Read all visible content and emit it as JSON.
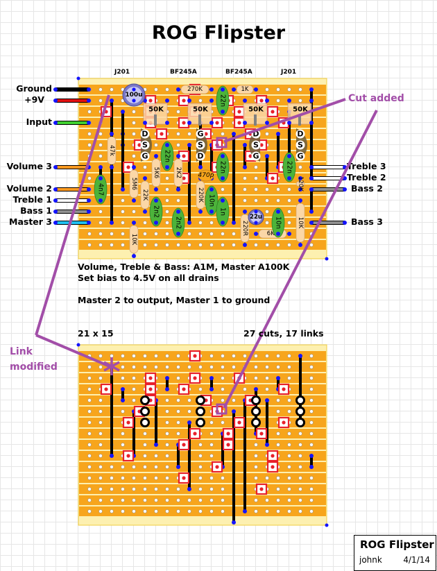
{
  "title": "ROG Flipster",
  "chips": [
    {
      "label": "J201",
      "col": 3
    },
    {
      "label": "BF245A",
      "col": 8
    },
    {
      "label": "BF245A",
      "col": 13
    },
    {
      "label": "J201",
      "col": 18
    }
  ],
  "board": {
    "cols": 21,
    "rows": 15,
    "size_label": "21 x 15",
    "cuts_links_label": "27 cuts, 17 links"
  },
  "colors": {
    "strip": "#f7a51c",
    "board_bg": "#fdf0b0",
    "board_border": "#f0cc40",
    "hole": "#ffffff",
    "pin": "#1414ff",
    "cut": "#e8202a",
    "link": "#000000",
    "annotation": "#a24ea8",
    "resistor": "#fbd7a7",
    "film_cap": "#4cb33a",
    "electrolytic": "#7a78c8",
    "transistor": "#6b5a3a"
  },
  "wires_left": [
    {
      "label": "Ground",
      "row": 0,
      "color": "#000000"
    },
    {
      "label": "+9V",
      "row": 1,
      "color": "#e01010"
    },
    {
      "label": "Input",
      "row": 3,
      "color": "#40d030"
    },
    {
      "label": "Volume 3",
      "row": 7,
      "color": "#ff9a20"
    },
    {
      "label": "Volume 2",
      "row": 9,
      "color": "#ff9a20"
    },
    {
      "label": "Treble 1",
      "row": 10,
      "color": "#ffffff"
    },
    {
      "label": "Bass 1",
      "row": 11,
      "color": "#909090"
    },
    {
      "label": "Master 3",
      "row": 12,
      "color": "#20c0f0"
    }
  ],
  "wires_right": [
    {
      "label": "Treble 3",
      "row": 7,
      "color": "#ffffff"
    },
    {
      "label": "Treble 2",
      "row": 8,
      "color": "#ffffff"
    },
    {
      "label": "Bass 2",
      "row": 9,
      "color": "#909090"
    },
    {
      "label": "Bass 3",
      "row": 12,
      "color": "#909090"
    }
  ],
  "notes": [
    "Volume, Treble & Bass: A1M,  Master A100K",
    "Set bias to 4.5V on all drains",
    "",
    "Master 2 to output, Master 1 to ground"
  ],
  "annotations": {
    "cut_added": "Cut added",
    "link_modified_1": "Link",
    "link_modified_2": "modified"
  },
  "title_block": {
    "title": "ROG Flipster",
    "author": "johnk",
    "date": "4/1/14"
  },
  "cuts": [
    [
      9,
      0
    ],
    [
      5,
      1
    ],
    [
      8,
      1
    ],
    [
      12,
      1
    ],
    [
      15,
      1
    ],
    [
      1,
      2
    ],
    [
      5,
      2
    ],
    [
      9,
      2
    ],
    [
      13,
      2
    ],
    [
      16,
      2
    ],
    [
      5,
      3
    ],
    [
      8,
      3
    ],
    [
      11,
      3
    ],
    [
      13,
      3
    ],
    [
      17,
      3
    ],
    [
      6,
      4
    ],
    [
      10,
      4
    ],
    [
      14,
      4
    ],
    [
      4,
      5
    ],
    [
      11,
      5
    ],
    [
      15,
      5
    ],
    [
      8,
      6
    ],
    [
      14,
      6
    ],
    [
      3,
      7
    ],
    [
      11,
      7
    ],
    [
      17,
      7
    ],
    [
      8,
      8
    ],
    [
      16,
      8
    ]
  ],
  "cuts_rows_bottom": [
    [
      9,
      0
    ],
    [
      5,
      2
    ],
    [
      9,
      2
    ],
    [
      13,
      2
    ],
    [
      1,
      3
    ],
    [
      5,
      3
    ],
    [
      8,
      3
    ],
    [
      17,
      3
    ],
    [
      5,
      4
    ],
    [
      10,
      4
    ],
    [
      14,
      4
    ],
    [
      4,
      5
    ],
    [
      11,
      5
    ],
    [
      3,
      6
    ],
    [
      13,
      6
    ],
    [
      17,
      6
    ],
    [
      9,
      7
    ],
    [
      12,
      7
    ],
    [
      15,
      7
    ],
    [
      8,
      8
    ],
    [
      12,
      8
    ],
    [
      3,
      9
    ],
    [
      16,
      9
    ],
    [
      11,
      10
    ],
    [
      16,
      10
    ],
    [
      8,
      11
    ],
    [
      15,
      12
    ]
  ],
  "links_top": [
    [
      2,
      1,
      12
    ],
    [
      3,
      4,
      5
    ],
    [
      7,
      5,
      7
    ],
    [
      11,
      5,
      8
    ],
    [
      14,
      5,
      7
    ],
    [
      17,
      4,
      7
    ],
    [
      8,
      7,
      9
    ],
    [
      16,
      6,
      8
    ],
    [
      20,
      0,
      8
    ],
    [
      3,
      2,
      9
    ],
    [
      13,
      4,
      12
    ],
    [
      9,
      5,
      12
    ],
    [
      1,
      7,
      9
    ],
    [
      20,
      9,
      11
    ],
    [
      18,
      2,
      6
    ],
    [
      10,
      3,
      7
    ]
  ],
  "links_bottom": [
    [
      2,
      1,
      9
    ],
    [
      3,
      3,
      4
    ],
    [
      7,
      2,
      3
    ],
    [
      11,
      2,
      3
    ],
    [
      15,
      3,
      7
    ],
    [
      17,
      2,
      3
    ],
    [
      19,
      0,
      6
    ],
    [
      14,
      4,
      14
    ],
    [
      13,
      5,
      15
    ],
    [
      8,
      8,
      10
    ],
    [
      12,
      7,
      10
    ],
    [
      16,
      4,
      8
    ],
    [
      9,
      6,
      12
    ],
    [
      20,
      9,
      10
    ],
    [
      6,
      4,
      8
    ],
    [
      4,
      5,
      9
    ]
  ],
  "components": {
    "resistors": [
      {
        "label": "270K",
        "c1": 8,
        "r1": 0,
        "c2": 11,
        "r2": 0
      },
      {
        "label": "1K",
        "c1": 13,
        "r1": 0,
        "c2": 15,
        "r2": 0
      },
      {
        "label": "47k",
        "c1": 2,
        "r1": 4,
        "c2": 2,
        "r2": 7
      },
      {
        "label": "5K6",
        "c1": 6,
        "r1": 6,
        "c2": 6,
        "r2": 9
      },
      {
        "label": "2K2",
        "c1": 8,
        "r1": 6,
        "c2": 8,
        "r2": 9
      },
      {
        "label": "5M6",
        "c1": 4,
        "r1": 7,
        "c2": 4,
        "r2": 10
      },
      {
        "label": "22K",
        "c1": 5,
        "r1": 8,
        "c2": 5,
        "r2": 11
      },
      {
        "label": "220K",
        "c1": 10,
        "r1": 8,
        "c2": 10,
        "r2": 11
      },
      {
        "label": "1K",
        "c1": 12,
        "r1": 10,
        "c2": 12,
        "r2": 11
      },
      {
        "label": "10K",
        "c1": 4,
        "r1": 12,
        "c2": 4,
        "r2": 15
      },
      {
        "label": "220R",
        "c1": 14,
        "r1": 11,
        "c2": 14,
        "r2": 14
      },
      {
        "label": "6K8",
        "c1": 15,
        "r1": 13,
        "c2": 18,
        "r2": 13
      },
      {
        "label": "120K",
        "c1": 19,
        "r1": 8,
        "c2": 19,
        "r2": 9
      },
      {
        "label": "10K",
        "c1": 19,
        "r1": 10,
        "c2": 19,
        "r2": 14
      }
    ],
    "film_caps": [
      {
        "label": "22n",
        "c1": 12,
        "r1": 0,
        "c2": 12,
        "r2": 2
      },
      {
        "label": "22n",
        "c1": 7,
        "r1": 5,
        "c2": 7,
        "r2": 7
      },
      {
        "label": "22n",
        "c1": 12,
        "r1": 6,
        "c2": 12,
        "r2": 8
      },
      {
        "label": "22n",
        "c1": 18,
        "r1": 6,
        "c2": 18,
        "r2": 8
      },
      {
        "label": "4n7",
        "c1": 1,
        "r1": 8,
        "c2": 1,
        "r2": 10
      },
      {
        "label": "2n2",
        "c1": 6,
        "r1": 10,
        "c2": 6,
        "r2": 12
      },
      {
        "label": "2n2",
        "c1": 8,
        "r1": 11,
        "c2": 8,
        "r2": 13
      },
      {
        "label": "10n",
        "c1": 11,
        "r1": 9,
        "c2": 11,
        "r2": 11
      },
      {
        "label": "1n",
        "c1": 12,
        "r1": 10,
        "c2": 12,
        "r2": 12
      },
      {
        "label": "10n",
        "c1": 17,
        "r1": 11,
        "c2": 17,
        "r2": 13
      }
    ],
    "ceramic": [
      {
        "label": "470p",
        "c1": 10,
        "r1": 8,
        "c2": 11,
        "r2": 8
      }
    ],
    "electrolytics": [
      {
        "label": "100u",
        "col": 4,
        "row": 0
      },
      {
        "label": "22u",
        "col": 15,
        "row": 11
      }
    ],
    "trimmers": [
      {
        "label": "50K",
        "col": 5,
        "row": 1
      },
      {
        "label": "50K",
        "col": 9,
        "row": 1
      },
      {
        "label": "50K",
        "col": 14,
        "row": 1
      },
      {
        "label": "50K",
        "col": 18,
        "row": 1
      }
    ],
    "transistors": [
      {
        "pins": [
          "D",
          "S",
          "G"
        ],
        "col": 5,
        "row": 4,
        "dir": "right"
      },
      {
        "pins": [
          "G",
          "S",
          "D"
        ],
        "col": 10,
        "row": 4,
        "dir": "right"
      },
      {
        "pins": [
          "D",
          "S",
          "G"
        ],
        "col": 15,
        "row": 4,
        "dir": "left"
      },
      {
        "pins": [
          "D",
          "S",
          "G"
        ],
        "col": 19,
        "row": 4,
        "dir": "right"
      }
    ]
  }
}
